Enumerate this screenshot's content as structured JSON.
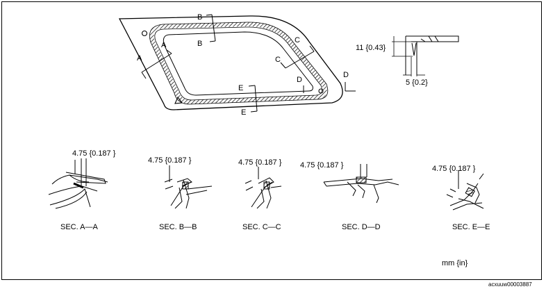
{
  "main_view": {
    "cut_labels": {
      "a_top": "A",
      "a_bottom": "A",
      "b_top": "B",
      "b_bottom": "B",
      "c_top": "C",
      "c_bottom": "C",
      "d_top": "D",
      "d_bottom": "D",
      "e_top": "E",
      "e_bottom": "E"
    }
  },
  "detail_view": {
    "height_dim": "11 {0.43}",
    "width_dim": "5 {0.2}"
  },
  "sections": [
    {
      "dim": "4.75 {0.187 }",
      "title": "SEC. A—A"
    },
    {
      "dim": "4.75 {0.187 }",
      "title": "SEC. B—B"
    },
    {
      "dim": "4.75 {0.187 }",
      "title": "SEC. C—C"
    },
    {
      "dim": "4.75 {0.187 }",
      "title": "SEC. D—D"
    },
    {
      "dim": "4.75 {0.187 }",
      "title": "SEC. E—E"
    }
  ],
  "units_note": "mm {in}",
  "doc_id": "acxuuw00003887"
}
